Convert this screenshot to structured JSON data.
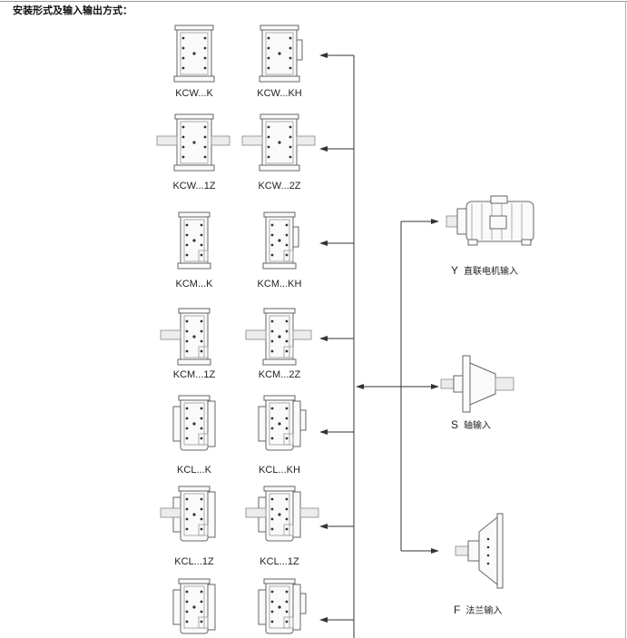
{
  "title": "安装形式及输入输出方式：",
  "mounting_rows": [
    {
      "left": "KCW...K",
      "right": "KCW...KH",
      "variant": "w-plain"
    },
    {
      "left": "KCW...1Z",
      "right": "KCW...2Z",
      "variant": "w-shaft"
    },
    {
      "left": "KCM...K",
      "right": "KCM...KH",
      "variant": "m-plain"
    },
    {
      "left": "KCM...1Z",
      "right": "KCM...2Z",
      "variant": "m-shaft"
    },
    {
      "left": "KCL...K",
      "right": "KCL...KH",
      "variant": "l-plain"
    },
    {
      "left": "KCL...1Z",
      "right": "KCL...1Z",
      "variant": "l-shaft"
    },
    {
      "left": "",
      "right": "",
      "variant": "f-plain"
    }
  ],
  "inputs": [
    {
      "code": "Y",
      "label": "直联电机输入",
      "icon": "motor-icon"
    },
    {
      "code": "S",
      "label": "轴输入",
      "icon": "shaft-input-icon"
    },
    {
      "code": "F",
      "label": "法兰输入",
      "icon": "flange-input-icon"
    }
  ]
}
